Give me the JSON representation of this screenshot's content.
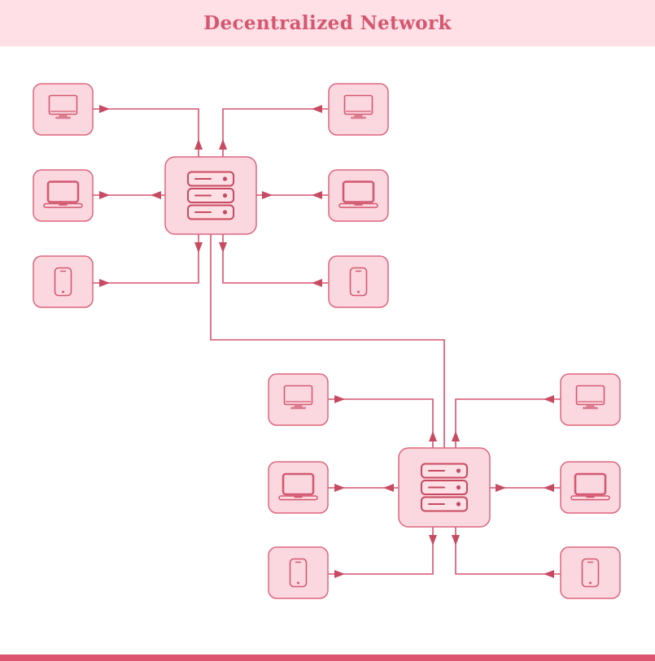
{
  "header": {
    "title": "Decentralized Network"
  },
  "colors": {
    "header_background": "#ffe0e6",
    "canvas_background": "#ffffff",
    "node_fill": "#fbd8e0",
    "node_border": "#de657e",
    "connector_line": "#d5536e",
    "arrowhead": "#c84a62",
    "device_icon_stroke": "#d35970",
    "server_icon_stroke": "#c8495f",
    "title_text": "#d5566e",
    "footer_bar": "#dc5470"
  },
  "diagram": {
    "type": "network-topology",
    "clusters": [
      {
        "id": "cluster-1",
        "hub": {
          "id": "server-1",
          "type": "server",
          "icon": "server-icon"
        },
        "devices": [
          {
            "id": "c1-monitor-left",
            "type": "monitor",
            "icon": "monitor-icon",
            "row": "top",
            "side": "left"
          },
          {
            "id": "c1-monitor-right",
            "type": "monitor",
            "icon": "monitor-icon",
            "row": "top",
            "side": "right"
          },
          {
            "id": "c1-laptop-left",
            "type": "laptop",
            "icon": "laptop-icon",
            "row": "middle",
            "side": "left"
          },
          {
            "id": "c1-laptop-right",
            "type": "laptop",
            "icon": "laptop-icon",
            "row": "middle",
            "side": "right"
          },
          {
            "id": "c1-phone-left",
            "type": "phone",
            "icon": "phone-icon",
            "row": "bottom",
            "side": "left"
          },
          {
            "id": "c1-phone-right",
            "type": "phone",
            "icon": "phone-icon",
            "row": "bottom",
            "side": "right"
          }
        ],
        "links": [
          {
            "from": "c1-monitor-left",
            "to": "server-1",
            "style": "bidirectional"
          },
          {
            "from": "c1-monitor-right",
            "to": "server-1",
            "style": "bidirectional"
          },
          {
            "from": "c1-laptop-left",
            "to": "server-1",
            "style": "bidirectional"
          },
          {
            "from": "c1-laptop-right",
            "to": "server-1",
            "style": "bidirectional"
          },
          {
            "from": "c1-phone-left",
            "to": "server-1",
            "style": "bidirectional"
          },
          {
            "from": "c1-phone-right",
            "to": "server-1",
            "style": "bidirectional"
          }
        ]
      },
      {
        "id": "cluster-2",
        "hub": {
          "id": "server-2",
          "type": "server",
          "icon": "server-icon"
        },
        "devices": [
          {
            "id": "c2-monitor-left",
            "type": "monitor",
            "icon": "monitor-icon",
            "row": "top",
            "side": "left"
          },
          {
            "id": "c2-monitor-right",
            "type": "monitor",
            "icon": "monitor-icon",
            "row": "top",
            "side": "right"
          },
          {
            "id": "c2-laptop-left",
            "type": "laptop",
            "icon": "laptop-icon",
            "row": "middle",
            "side": "left"
          },
          {
            "id": "c2-laptop-right",
            "type": "laptop",
            "icon": "laptop-icon",
            "row": "middle",
            "side": "right"
          },
          {
            "id": "c2-phone-left",
            "type": "phone",
            "icon": "phone-icon",
            "row": "bottom",
            "side": "left"
          },
          {
            "id": "c2-phone-right",
            "type": "phone",
            "icon": "phone-icon",
            "row": "bottom",
            "side": "right"
          }
        ],
        "links": [
          {
            "from": "c2-monitor-left",
            "to": "server-2",
            "style": "bidirectional"
          },
          {
            "from": "c2-monitor-right",
            "to": "server-2",
            "style": "bidirectional"
          },
          {
            "from": "c2-laptop-left",
            "to": "server-2",
            "style": "bidirectional"
          },
          {
            "from": "c2-laptop-right",
            "to": "server-2",
            "style": "bidirectional"
          },
          {
            "from": "c2-phone-left",
            "to": "server-2",
            "style": "bidirectional"
          },
          {
            "from": "c2-phone-right",
            "to": "server-2",
            "style": "bidirectional"
          }
        ]
      }
    ],
    "backbone_link": {
      "from": "server-1",
      "to": "server-2",
      "style": "plain"
    }
  }
}
